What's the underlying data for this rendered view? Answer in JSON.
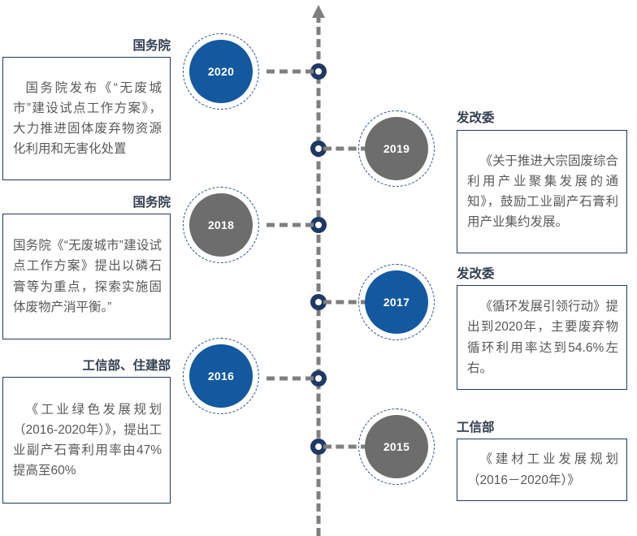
{
  "diagram": {
    "title_visible": false,
    "orientation": "vertical-timeline",
    "colors": {
      "accent_blue": "#13599F",
      "accent_gray": "#6D6D6D",
      "axis_gray": "#7F7F7F",
      "border_navy": "#1F3864",
      "body_text": "#595959",
      "heading_text": "#333F50"
    }
  },
  "axis": {
    "arrow_icon": "arrow-up-icon",
    "node_icon": "timeline-node-icon",
    "node_count": 6
  },
  "events": [
    {
      "year": "2020",
      "bubble_color": "blue",
      "side": "left",
      "agency": "国务院",
      "body": "国务院发布《“无废城市”建设试点工作方案》，大力推进固体废弃物资源化利用和无害化处置"
    },
    {
      "year": "2019",
      "bubble_color": "gray",
      "side": "right",
      "agency": "发改委",
      "body": "《关于推进大宗固废综合利用产业聚集发展的通知》，鼓励工业副产石膏利用产业集约发展。"
    },
    {
      "year": "2018",
      "bubble_color": "gray",
      "side": "left",
      "agency": "国务院",
      "body": "国务院《“无废城市”建设试点工作方案》提出以磷石膏等为重点，探索实施固体废物产消平衡。”"
    },
    {
      "year": "2017",
      "bubble_color": "blue",
      "side": "right",
      "agency": "发改委",
      "body": "《循环发展引领行动》提出到2020年，主要废弃物循环利用率达到54.6%左右。"
    },
    {
      "year": "2016",
      "bubble_color": "blue",
      "side": "left",
      "agency": "工信部、住建部",
      "body": "《工业绿色发展规划（2016-2020年）》，提出工业副产石膏利用率由47%提高至60%"
    },
    {
      "year": "2015",
      "bubble_color": "gray",
      "side": "right",
      "agency": "工信部",
      "body": "《建材工业发展规划（2016－2020年）》"
    }
  ]
}
